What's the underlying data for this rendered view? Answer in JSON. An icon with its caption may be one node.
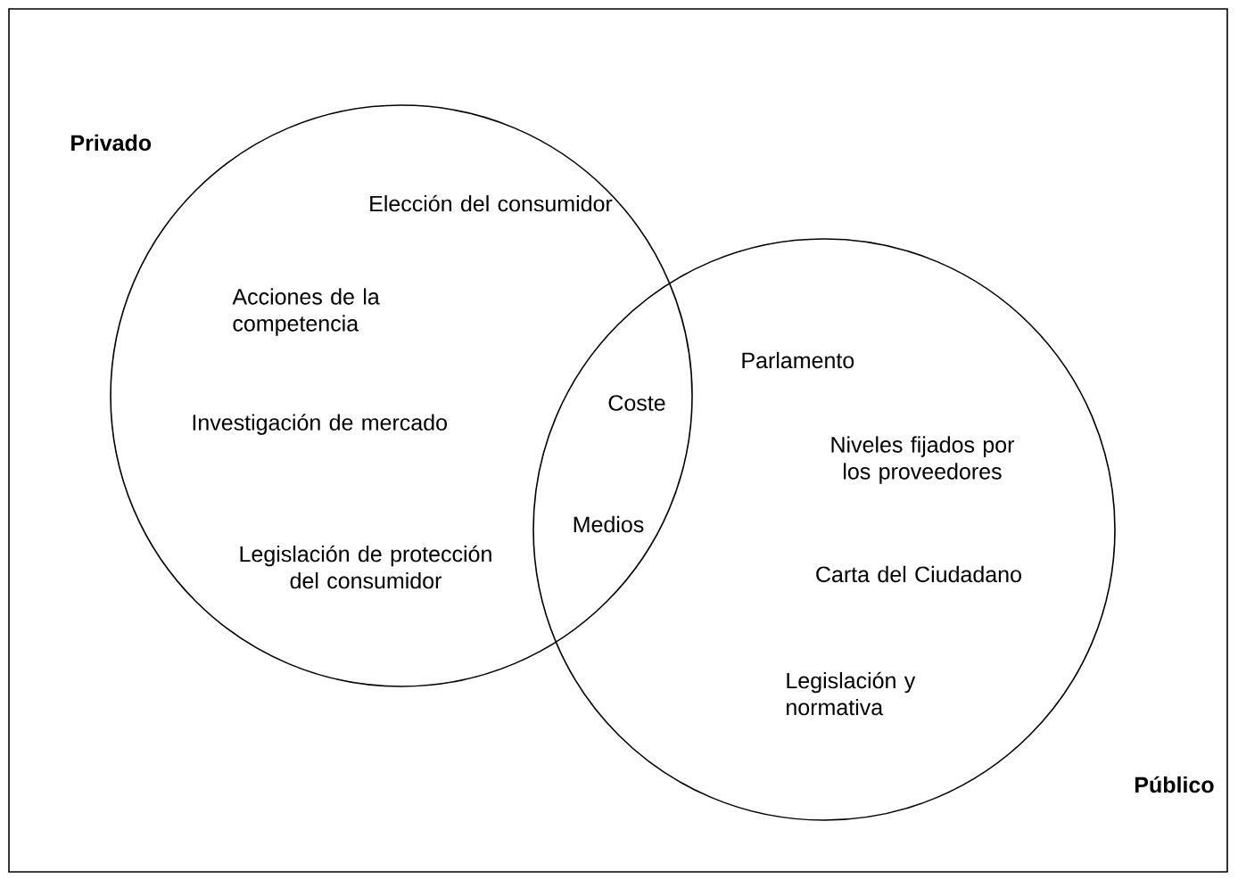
{
  "diagram": {
    "nodes": [
      {
        "text": [
          "Privado"
        ]
      },
      {
        "text": [
          "Público"
        ]
      }
    ],
    "edges": [],
    "labels": [
      "Elección del consumidor",
      "Acciones de la competencia",
      "Investigación de mercado",
      "Legislación de protección del consumidor",
      "Coste",
      "Medios",
      "Parlamento",
      "Niveles fijados por los proveedores",
      "Carta del Ciudadano",
      "Legislación y normativa"
    ]
  }
}
